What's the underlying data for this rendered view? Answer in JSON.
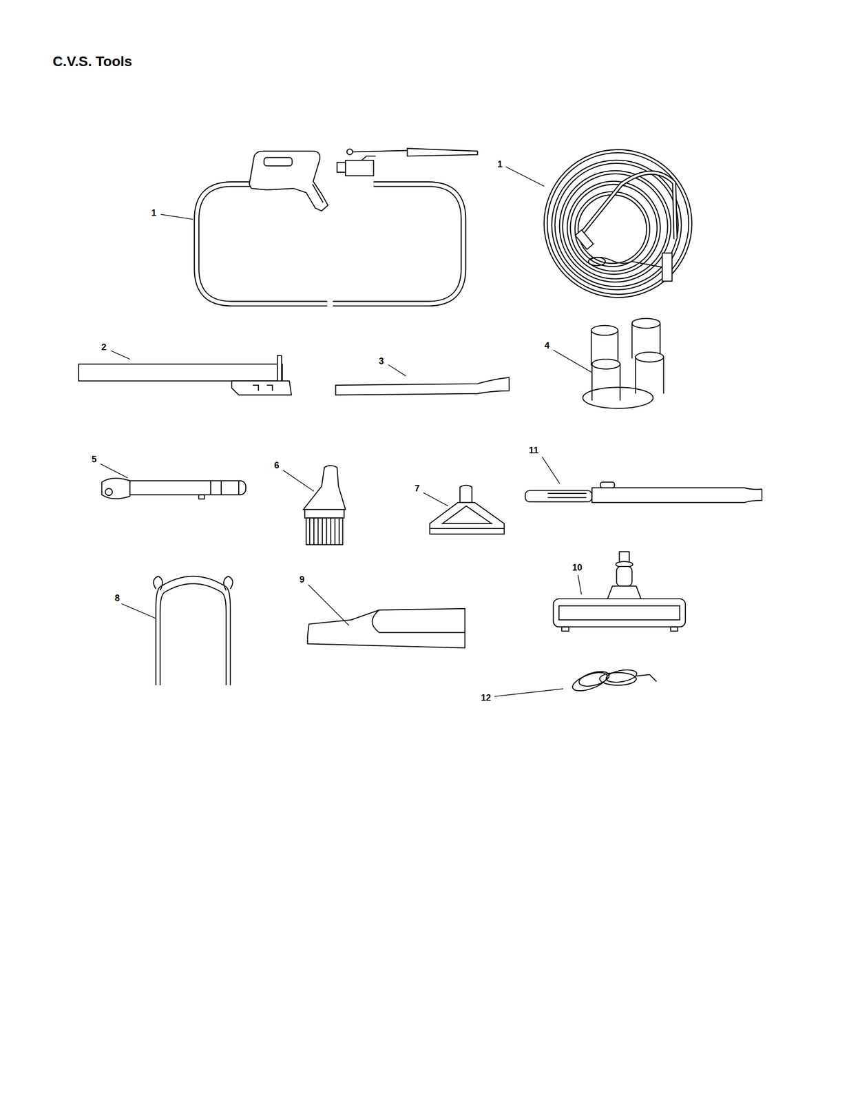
{
  "diagram": {
    "title": "C.V.S. Tools",
    "labels": [
      "1",
      "1",
      "2",
      "3",
      "4",
      "5",
      "6",
      "7",
      "11",
      "8",
      "9",
      "10",
      "12"
    ]
  }
}
